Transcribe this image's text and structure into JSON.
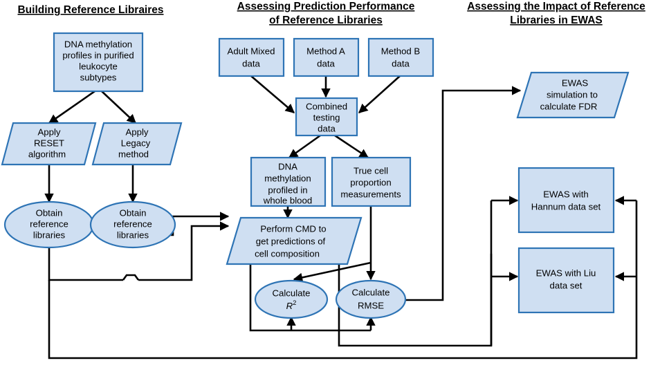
{
  "diagram": {
    "type": "flowchart",
    "background": "#ffffff",
    "shape_fill": "#cfdff2",
    "shape_stroke": "#2e74b5",
    "connector_color": "#000000",
    "sections": [
      {
        "id": "building",
        "title_line1": "Building Reference Libraires",
        "title_line2": ""
      },
      {
        "id": "assessing-prediction",
        "title_line1": "Assessing Prediction Performance",
        "title_line2": "of Reference Libraries"
      },
      {
        "id": "assessing-impact",
        "title_line1": "Assessing the Impact of Reference",
        "title_line2": "Libraries in EWAS"
      }
    ],
    "nodes": [
      {
        "id": "dna-methylation-profiles",
        "shape": "rect",
        "lines": [
          "DNA methylation",
          "profiles in purified",
          "leukocyte",
          "subtypes"
        ]
      },
      {
        "id": "apply-reset-algorithm",
        "shape": "parallelogram",
        "lines": [
          "Apply",
          "RESET",
          "algorithm"
        ]
      },
      {
        "id": "apply-legacy-method",
        "shape": "parallelogram",
        "lines": [
          "Apply",
          "Legacy",
          "method"
        ]
      },
      {
        "id": "obtain-reference-libraries-reset",
        "shape": "ellipse",
        "lines": [
          "Obtain",
          "reference",
          "libraries"
        ]
      },
      {
        "id": "obtain-reference-libraries-legacy",
        "shape": "ellipse",
        "lines": [
          "Obtain",
          "reference",
          "libraries"
        ]
      },
      {
        "id": "adult-mixed-data",
        "shape": "rect",
        "lines": [
          "Adult Mixed",
          "data"
        ]
      },
      {
        "id": "method-a-data",
        "shape": "rect",
        "lines": [
          "Method A",
          "data"
        ]
      },
      {
        "id": "method-b-data",
        "shape": "rect",
        "lines": [
          "Method B",
          "data"
        ]
      },
      {
        "id": "combined-testing-data",
        "shape": "rect",
        "lines": [
          "Combined",
          "testing",
          "data"
        ]
      },
      {
        "id": "dna-methylation-whole-blood",
        "shape": "rect",
        "lines": [
          "DNA",
          "methylation",
          "profiled in",
          "whole blood"
        ]
      },
      {
        "id": "true-cell-proportion",
        "shape": "rect",
        "lines": [
          "True cell",
          "proportion",
          "measurements"
        ]
      },
      {
        "id": "perform-cmd",
        "shape": "parallelogram",
        "lines": [
          "Perform CMD to",
          "get predictions of",
          "cell composition"
        ]
      },
      {
        "id": "calculate-r2",
        "shape": "ellipse",
        "lines": [
          "Calculate",
          "R2"
        ],
        "line2_base": "R",
        "line2_exponent": "2"
      },
      {
        "id": "calculate-rmse",
        "shape": "ellipse",
        "lines": [
          "Calculate",
          "RMSE"
        ]
      },
      {
        "id": "ewas-simulation-fdr",
        "shape": "parallelogram",
        "lines": [
          "EWAS",
          "simulation to",
          "calculate FDR"
        ]
      },
      {
        "id": "ewas-hannum",
        "shape": "rect",
        "lines": [
          "EWAS with",
          "Hannum data set"
        ]
      },
      {
        "id": "ewas-liu",
        "shape": "rect",
        "lines": [
          "EWAS with Liu",
          "data set"
        ]
      }
    ]
  }
}
